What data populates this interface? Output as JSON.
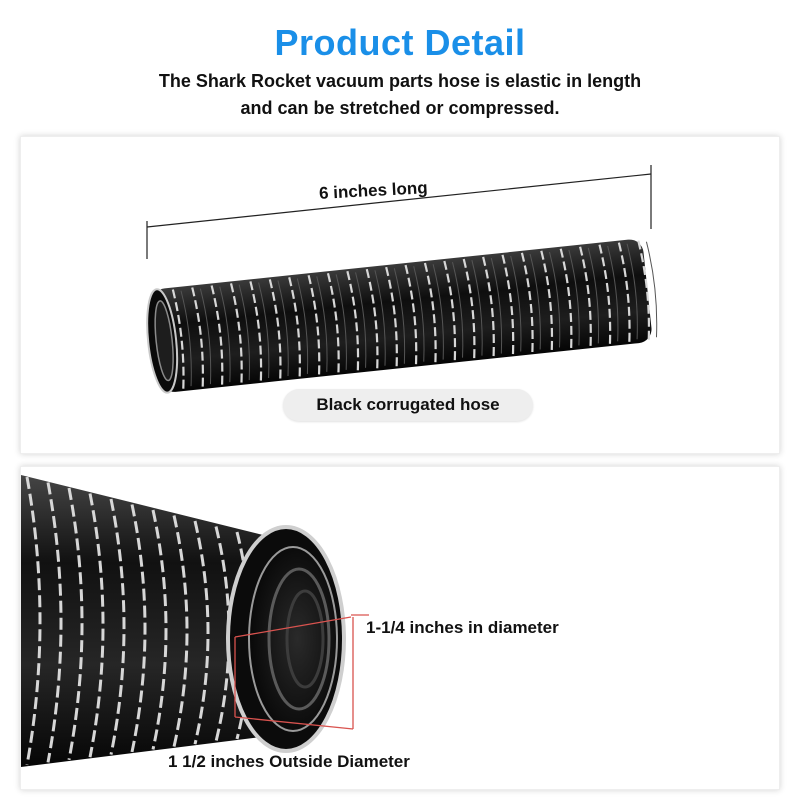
{
  "header": {
    "title": "Product Detail",
    "subtitle_line1": "The Shark Rocket vacuum parts hose is elastic in length",
    "subtitle_line2": "and can be stretched or compressed."
  },
  "top_panel": {
    "length_label": "6 inches long",
    "tag_label": "Black corrugated hose"
  },
  "bottom_panel": {
    "inner_diameter_label": "1-1/4 inches in diameter",
    "outer_diameter_label": "1 1/2 inches Outside Diameter"
  },
  "colors": {
    "title_blue": "#1a8fe8",
    "hose_black": "#141414",
    "rib_white": "#d7d7d7",
    "dimension_red": "#d9534f",
    "dimension_dark": "#222222"
  }
}
